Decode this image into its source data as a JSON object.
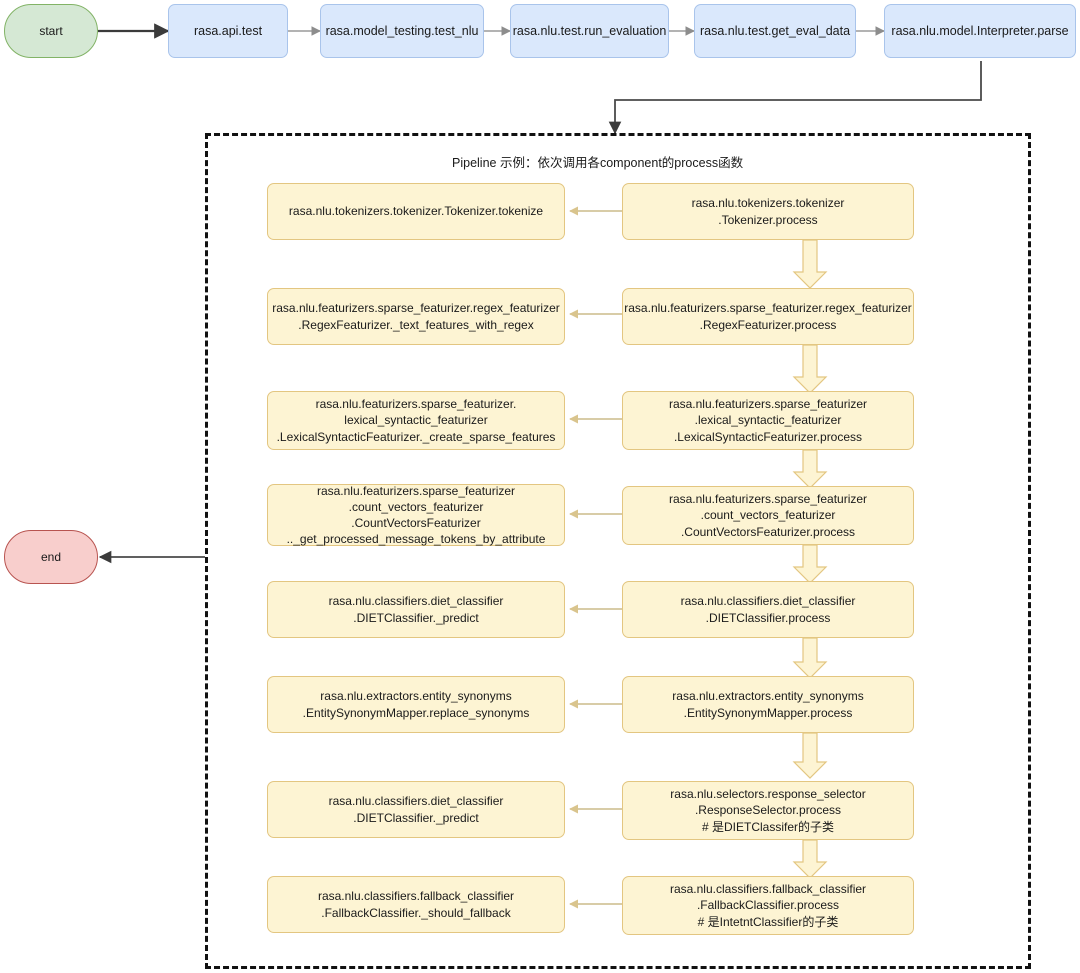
{
  "diagram": {
    "title_note": "Pipeline 示例：依次调用各component的process函数",
    "start_label": "start",
    "end_label": "end",
    "colors": {
      "start_fill": "#d5e8d4",
      "start_stroke": "#82b366",
      "end_fill": "#f8cecc",
      "end_stroke": "#b85450",
      "call_fill": "#dae8fc",
      "call_stroke": "#a9c4eb",
      "component_fill": "#fdf4d3",
      "component_stroke": "#e3c681",
      "container_stroke": "#111111",
      "edge_stroke": "#6b6b6b"
    }
  },
  "top_flow": [
    {
      "label": "rasa.api.test"
    },
    {
      "label": "rasa.model_testing.test_nlu"
    },
    {
      "label": "rasa.nlu.test.run_evaluation"
    },
    {
      "label": "rasa.nlu.test.get_eval_data"
    },
    {
      "label": "rasa.nlu.model.Interpreter.parse"
    }
  ],
  "pipeline_rows": [
    {
      "process": "rasa.nlu.tokenizers.tokenizer\n.Tokenizer.process",
      "detail": "rasa.nlu.tokenizers.tokenizer.Tokenizer.tokenize"
    },
    {
      "process": "rasa.nlu.featurizers.sparse_featurizer.regex_featurizer\n.RegexFeaturizer.process",
      "detail": "rasa.nlu.featurizers.sparse_featurizer.regex_featurizer\n.RegexFeaturizer._text_features_with_regex"
    },
    {
      "process": "rasa.nlu.featurizers.sparse_featurizer\n.lexical_syntactic_featurizer\n.LexicalSyntacticFeaturizer.process",
      "detail": "rasa.nlu.featurizers.sparse_featurizer.\nlexical_syntactic_featurizer\n.LexicalSyntacticFeaturizer._create_sparse_features"
    },
    {
      "process": "rasa.nlu.featurizers.sparse_featurizer\n.count_vectors_featurizer\n.CountVectorsFeaturizer.process",
      "detail": "rasa.nlu.featurizers.sparse_featurizer\n.count_vectors_featurizer\n.CountVectorsFeaturizer\n.._get_processed_message_tokens_by_attribute"
    },
    {
      "process": "rasa.nlu.classifiers.diet_classifier\n.DIETClassifier.process",
      "detail": "rasa.nlu.classifiers.diet_classifier\n.DIETClassifier._predict"
    },
    {
      "process": "rasa.nlu.extractors.entity_synonyms\n.EntitySynonymMapper.process",
      "detail": "rasa.nlu.extractors.entity_synonyms\n.EntitySynonymMapper.replace_synonyms"
    },
    {
      "process": "rasa.nlu.selectors.response_selector\n.ResponseSelector.process\n# 是DIETClassifer的子类",
      "detail": "rasa.nlu.classifiers.diet_classifier\n.DIETClassifier._predict"
    },
    {
      "process": "rasa.nlu.classifiers.fallback_classifier\n.FallbackClassifier.process\n# 是IntetntClassifier的子类",
      "detail": "rasa.nlu.classifiers.fallback_classifier\n.FallbackClassifier._should_fallback"
    }
  ]
}
